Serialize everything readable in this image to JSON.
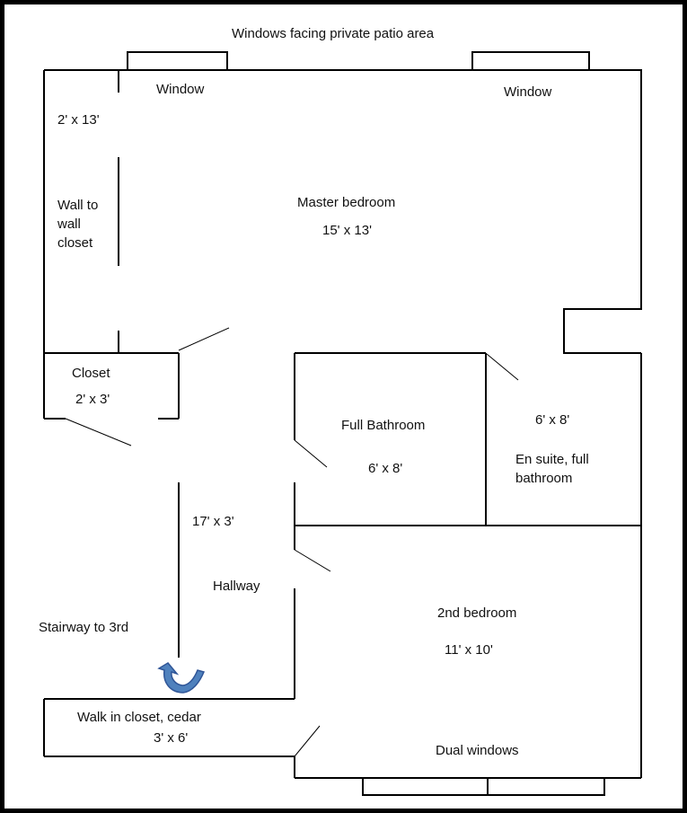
{
  "title": "Windows facing private patio area",
  "master": {
    "window_left": "Window",
    "window_right": "Window",
    "closet_size": "2'  x 13'",
    "closet_lines": [
      "Wall to",
      "wall",
      "closet"
    ],
    "name": "Master bedroom",
    "size": "15'  x 13'"
  },
  "small_closet": {
    "name": "Closet",
    "size": "2' x 3'"
  },
  "full_bath": {
    "name": "Full Bathroom",
    "size": "6' x 8'"
  },
  "ensuite": {
    "size": "6'  x 8'",
    "lines": [
      "En suite, full",
      "bathroom"
    ]
  },
  "hallway": {
    "size": "17'  x  3'",
    "name": "Hallway"
  },
  "stairway": {
    "name": "Stairway to 3rd"
  },
  "second_bedroom": {
    "name": "2nd bedroom",
    "size": "11'  x  10'",
    "windows": "Dual windows"
  },
  "walkin": {
    "name": "Walk in closet, cedar",
    "size": "3'  x  6'"
  },
  "colors": {
    "walls": "#000000",
    "arrow_fill": "#4f81bd",
    "arrow_stroke": "#2f5597"
  }
}
